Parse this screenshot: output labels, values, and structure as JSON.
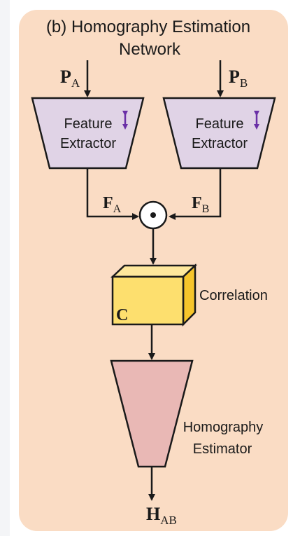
{
  "title": {
    "line1": "(b) Homography Estimation",
    "line2": "Network"
  },
  "inputs": {
    "pa": {
      "base": "P",
      "sub": "A"
    },
    "pb": {
      "base": "P",
      "sub": "B"
    }
  },
  "extractor_a": {
    "line1": "Feature",
    "line2": "Extractor"
  },
  "extractor_b": {
    "line1": "Feature",
    "line2": "Extractor"
  },
  "features": {
    "fa": {
      "base": "F",
      "sub": "A"
    },
    "fb": {
      "base": "F",
      "sub": "B"
    }
  },
  "correlation": {
    "label": "Correlation",
    "symbol": "C"
  },
  "estimator": {
    "line1": "Homography",
    "line2": "Estimator"
  },
  "output": {
    "base": "H",
    "sub": "AB"
  },
  "colors": {
    "panel": "#fadcc4",
    "extractor": "#e0d3e6",
    "cube_front": "#fddf6e",
    "cube_top": "#fee89c",
    "cube_side": "#f6c52b",
    "estimator": "#e9b8b5",
    "shared_arrow": "#6a2fa6"
  }
}
